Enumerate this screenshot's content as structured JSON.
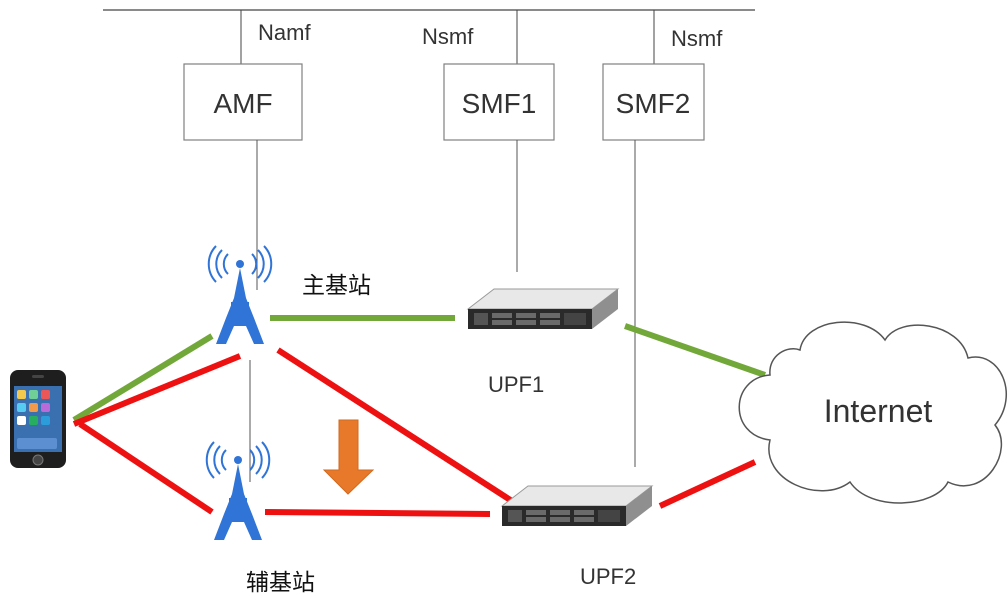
{
  "interfaces": {
    "namf": "Namf",
    "nsmf1": "Nsmf",
    "nsmf2": "Nsmf"
  },
  "functions": {
    "amf": "AMF",
    "smf1": "SMF1",
    "smf2": "SMF2"
  },
  "stations": {
    "primary": "主基站",
    "secondary": "辅基站"
  },
  "upfs": {
    "upf1": "UPF1",
    "upf2": "UPF2"
  },
  "cloud": {
    "label": "Internet"
  },
  "colors": {
    "green_path": "#72a83a",
    "red_path": "#ee1111",
    "arrow": "#e8792b",
    "tower": "#2f74d6",
    "box_border": "#808080"
  },
  "icons": {
    "phone": "smartphone-icon",
    "tower": "cell-tower-icon",
    "server": "server-icon",
    "cloud": "cloud-icon",
    "arrow": "down-arrow-icon"
  }
}
